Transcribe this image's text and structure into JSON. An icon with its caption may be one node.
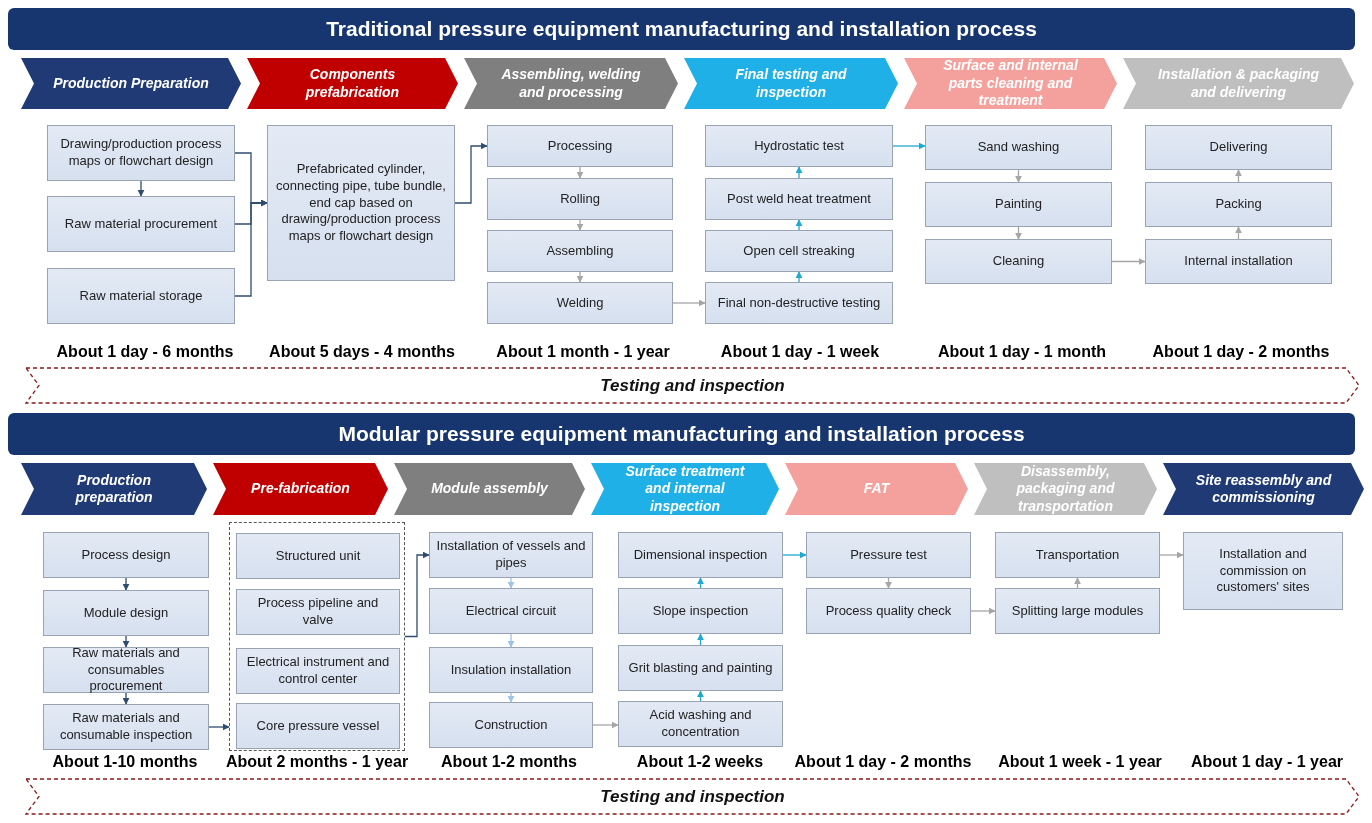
{
  "diagram": {
    "nodes": [
      {
        "text": [
          "Traditional pressure equipment manufacturing and installation process"
        ]
      },
      {
        "text": [
          "Production Preparation"
        ]
      },
      {
        "text": [
          "Components prefabrication"
        ]
      },
      {
        "text": [
          "Assembling, welding and processing"
        ]
      },
      {
        "text": [
          "Final testing and inspection"
        ]
      },
      {
        "text": [
          "Surface and internal parts cleaning and treatment"
        ]
      },
      {
        "text": [
          "Installation & packaging and delivering"
        ]
      },
      {
        "text": [
          "Drawing/production process maps or flowchart design"
        ]
      },
      {
        "text": [
          "Raw material procurement"
        ]
      },
      {
        "text": [
          "Raw material storage"
        ]
      },
      {
        "text": [
          "Prefabricated cylinder, connecting pipe, tube bundle, end cap based on drawing/production process maps or flowchart design"
        ]
      },
      {
        "text": [
          "Processing"
        ]
      },
      {
        "text": [
          "Rolling"
        ]
      },
      {
        "text": [
          "Assembling"
        ]
      },
      {
        "text": [
          "Welding"
        ]
      },
      {
        "text": [
          "Hydrostatic test"
        ]
      },
      {
        "text": [
          "Post weld heat treatment"
        ]
      },
      {
        "text": [
          "Open cell streaking"
        ]
      },
      {
        "text": [
          "Final non-destructive testing"
        ]
      },
      {
        "text": [
          "Sand washing"
        ]
      },
      {
        "text": [
          "Painting"
        ]
      },
      {
        "text": [
          "Cleaning"
        ]
      },
      {
        "text": [
          "Delivering"
        ]
      },
      {
        "text": [
          "Packing"
        ]
      },
      {
        "text": [
          "Internal installation"
        ]
      },
      {
        "text": [
          "Testing and inspection"
        ]
      },
      {
        "text": [
          "Modular pressure equipment manufacturing and installation process"
        ]
      },
      {
        "text": [
          "Production preparation"
        ]
      },
      {
        "text": [
          "Pre-fabrication"
        ]
      },
      {
        "text": [
          "Module assembly"
        ]
      },
      {
        "text": [
          "Surface treatment and internal inspection"
        ]
      },
      {
        "text": [
          "FAT"
        ]
      },
      {
        "text": [
          "Disassembly, packaging and transportation"
        ]
      },
      {
        "text": [
          "Site reassembly and commissioning"
        ]
      },
      {
        "text": [
          "Process design"
        ]
      },
      {
        "text": [
          "Module design"
        ]
      },
      {
        "text": [
          "Raw materials and consumables procurement"
        ]
      },
      {
        "text": [
          "Raw materials and consumable inspection"
        ]
      },
      {
        "text": [],
        "shape": "box"
      },
      {
        "text": [
          "Structured unit"
        ],
        "in": 38
      },
      {
        "text": [
          "Process pipeline and valve"
        ],
        "in": 38
      },
      {
        "text": [
          "Electrical instrument and control center"
        ],
        "in": 38
      },
      {
        "text": [
          "Core pressure vessel"
        ],
        "in": 38
      },
      {
        "text": [
          "Installation of vessels and pipes"
        ]
      },
      {
        "text": [
          "Electrical circuit"
        ]
      },
      {
        "text": [
          "Insulation installation"
        ]
      },
      {
        "text": [
          "Construction"
        ]
      },
      {
        "text": [
          "Dimensional inspection"
        ]
      },
      {
        "text": [
          "Slope inspection"
        ]
      },
      {
        "text": [
          "Grit blasting and painting"
        ]
      },
      {
        "text": [
          "Acid washing and concentration"
        ]
      },
      {
        "text": [
          "Pressure test"
        ]
      },
      {
        "text": [
          "Process quality check"
        ]
      },
      {
        "text": [
          "Transportation"
        ]
      },
      {
        "text": [
          "Splitting large modules"
        ]
      },
      {
        "text": [
          "Installation and commission on customers' sites"
        ]
      },
      {
        "text": [
          "Testing and inspection"
        ]
      }
    ],
    "edges": [
      {
        "from": 7,
        "to": 10,
        "arrow": "to",
        "color": "#2f4d6e"
      },
      {
        "from": 8,
        "to": 10,
        "arrow": "to",
        "color": "#2f4d6e"
      },
      {
        "from": 9,
        "to": 10,
        "arrow": "to",
        "color": "#2f4d6e"
      },
      {
        "from": 7,
        "to": 8,
        "arrow": "to",
        "color": "#2f4d6e"
      },
      {
        "from": 10,
        "to": 11,
        "arrow": "to",
        "color": "#2f4d6e"
      },
      {
        "from": 11,
        "to": 12,
        "arrow": "to"
      },
      {
        "from": 12,
        "to": 13,
        "arrow": "to"
      },
      {
        "from": 13,
        "to": 14,
        "arrow": "to"
      },
      {
        "from": 14,
        "to": 18,
        "arrow": "to"
      },
      {
        "from": 18,
        "to": 17,
        "arrow": "to",
        "color": "#1fa8d0"
      },
      {
        "from": 17,
        "to": 16,
        "arrow": "to",
        "color": "#1fa8d0"
      },
      {
        "from": 16,
        "to": 15,
        "arrow": "to",
        "color": "#1fa8d0"
      },
      {
        "from": 15,
        "to": 19,
        "arrow": "to",
        "color": "#1fa8d0"
      },
      {
        "from": 19,
        "to": 20,
        "arrow": "to"
      },
      {
        "from": 20,
        "to": 21,
        "arrow": "to"
      },
      {
        "from": 21,
        "to": 24,
        "arrow": "to"
      },
      {
        "from": 24,
        "to": 23,
        "arrow": "to"
      },
      {
        "from": 23,
        "to": 22,
        "arrow": "to"
      },
      {
        "from": 34,
        "to": 35,
        "arrow": "to",
        "color": "#2f4d6e"
      },
      {
        "from": 35,
        "to": 36,
        "arrow": "to",
        "color": "#2f4d6e"
      },
      {
        "from": 36,
        "to": 37,
        "arrow": "to",
        "color": "#2f4d6e"
      },
      {
        "from": 37,
        "to": 38,
        "arrow": "to",
        "color": "#2f4d6e"
      },
      {
        "from": 38,
        "to": 43,
        "arrow": "to",
        "color": "#2f4d6e"
      },
      {
        "from": 43,
        "to": 44,
        "arrow": "to",
        "color": "#9dc3e6"
      },
      {
        "from": 44,
        "to": 45,
        "arrow": "to",
        "color": "#9dc3e6"
      },
      {
        "from": 45,
        "to": 46,
        "arrow": "to",
        "color": "#9dc3e6"
      },
      {
        "from": 46,
        "to": 50,
        "arrow": "to"
      },
      {
        "from": 50,
        "to": 49,
        "arrow": "to",
        "color": "#1fa8d0"
      },
      {
        "from": 49,
        "to": 48,
        "arrow": "to",
        "color": "#1fa8d0"
      },
      {
        "from": 48,
        "to": 47,
        "arrow": "to",
        "color": "#1fa8d0"
      },
      {
        "from": 47,
        "to": 51,
        "arrow": "to",
        "color": "#1fa8d0"
      },
      {
        "from": 51,
        "to": 52,
        "arrow": "to"
      },
      {
        "from": 52,
        "to": 54,
        "arrow": "to"
      },
      {
        "from": 54,
        "to": 53,
        "arrow": "to"
      },
      {
        "from": 53,
        "to": 55,
        "arrow": "to"
      }
    ],
    "labels": [
      "About 1 day - 6 months",
      "About 5 days - 4 months",
      "About 1 month - 1 year",
      "About 1 day - 1 week",
      "About 1 day - 1 month",
      "About 1 day - 2 months",
      "About 1-10 months",
      "About 2 months - 1 year",
      "About 1-2 months",
      "About 1-2 weeks",
      "About 1 day - 2 months",
      "About 1 week - 1 year",
      "About 1 day - 1 year"
    ]
  }
}
